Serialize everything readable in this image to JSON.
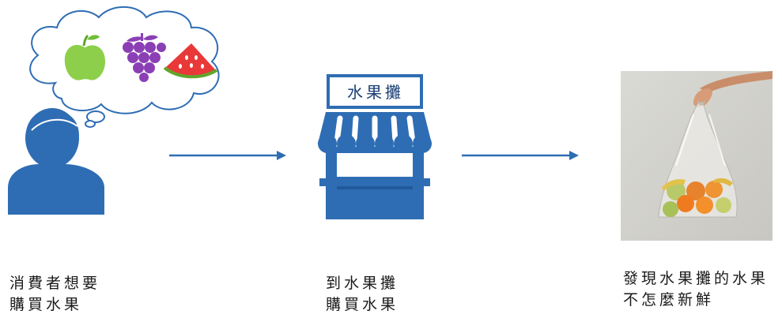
{
  "steps": [
    {
      "caption": "消費者想要\n購買水果",
      "fruits": [
        "apple-icon",
        "grapes-icon",
        "watermelon-icon"
      ]
    },
    {
      "sign": "水果攤",
      "caption": "到水果攤\n購買水果"
    },
    {
      "caption": "發現水果攤的水果\n不怎麼新鮮"
    }
  ],
  "colors": {
    "blue": "#2e6db4",
    "apple": "#8dcf4a",
    "grape": "#8b3fb5",
    "melon": "#e83838",
    "photo_bg": "#d3d2cd"
  }
}
